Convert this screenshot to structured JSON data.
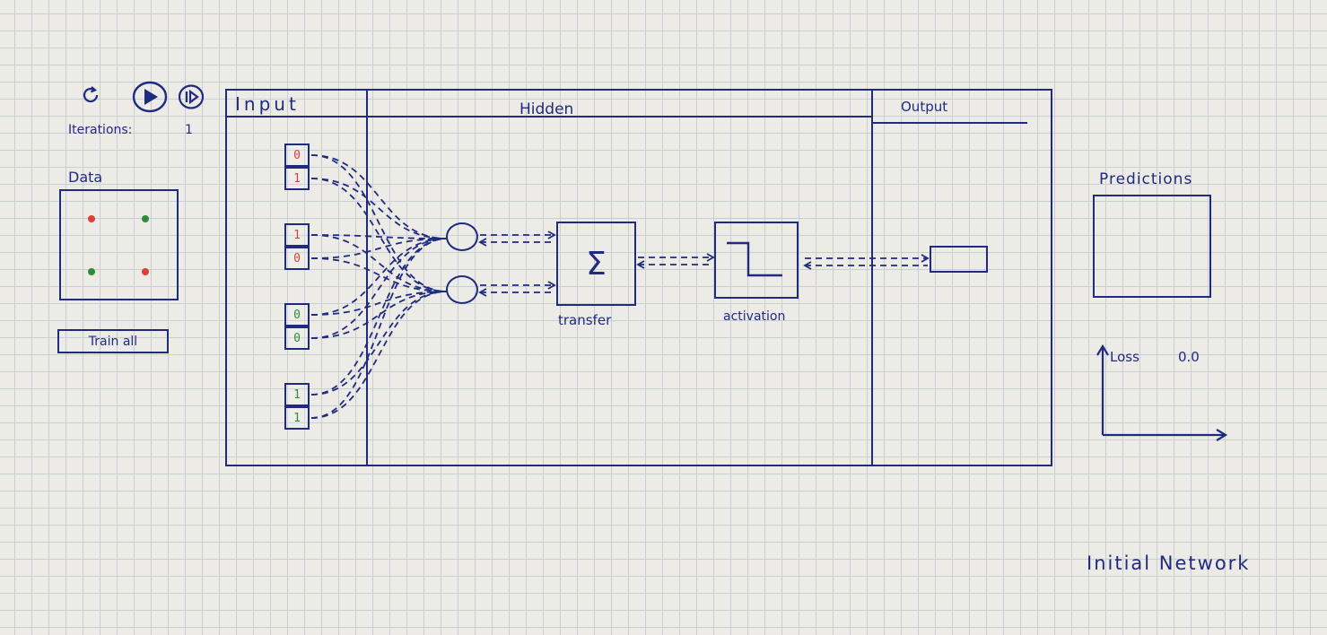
{
  "controls": {
    "reset_icon": "reset-icon",
    "play_icon": "play-icon",
    "step_icon": "step-icon",
    "iterations_label": "Iterations:",
    "iterations_value": "1"
  },
  "data_panel": {
    "title": "Data",
    "points": [
      {
        "x": 0,
        "y": 1,
        "color": "#d9403a"
      },
      {
        "x": 1,
        "y": 1,
        "color": "#2e8b3a"
      },
      {
        "x": 0,
        "y": 0,
        "color": "#2e8b3a"
      },
      {
        "x": 1,
        "y": 0,
        "color": "#d9403a"
      }
    ],
    "train_button": "Train all"
  },
  "network": {
    "sections": {
      "input": "Input",
      "hidden": "Hidden",
      "output": "Output"
    },
    "input_pairs": [
      {
        "a": "0",
        "b": "1",
        "color": "#d9403a"
      },
      {
        "a": "1",
        "b": "0",
        "color": "#d9403a"
      },
      {
        "a": "0",
        "b": "0",
        "color": "#2e8b3a"
      },
      {
        "a": "1",
        "b": "1",
        "color": "#2e8b3a"
      }
    ],
    "transfer_symbol": "Σ",
    "transfer_label": "transfer",
    "activation_label": "activation"
  },
  "predictions": {
    "title": "Predictions"
  },
  "loss": {
    "label": "Loss",
    "value": "0.0"
  },
  "caption": "Initial Network",
  "colors": {
    "ink": "#1f2a80",
    "red": "#d9403a",
    "green": "#2e8b3a"
  }
}
